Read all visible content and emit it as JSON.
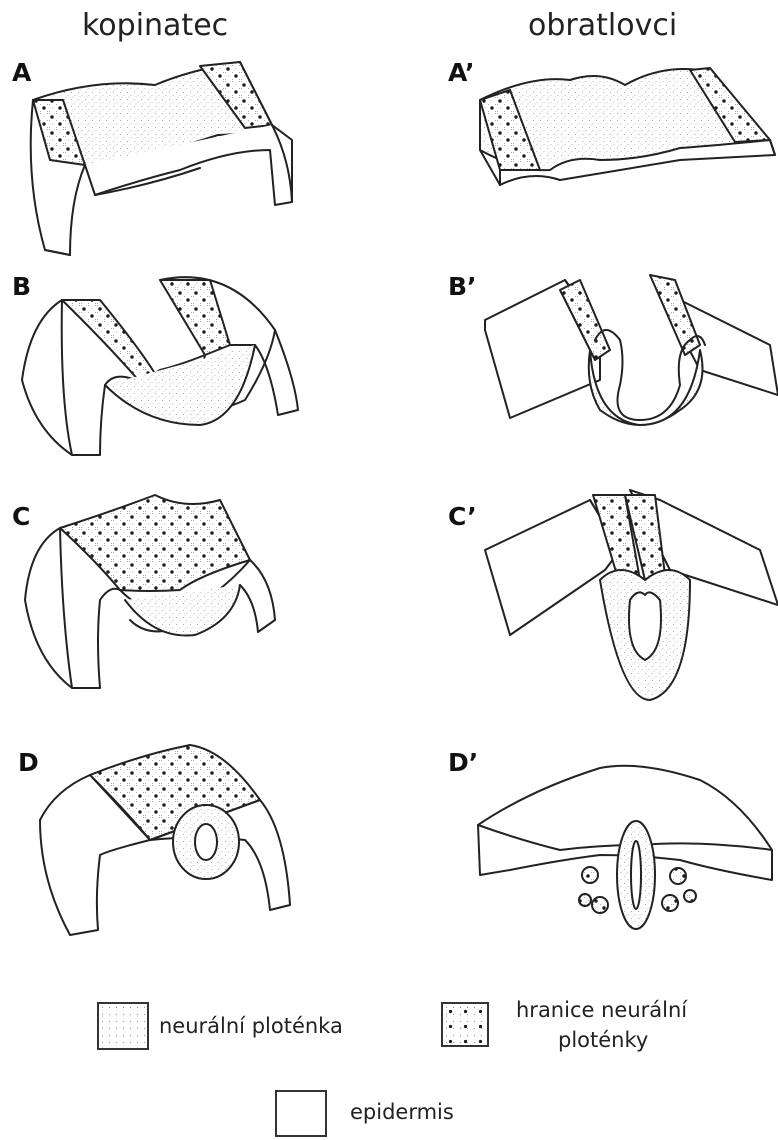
{
  "columns": {
    "left_title": "kopinatec",
    "right_title": "obratlovci"
  },
  "panels": {
    "left": [
      "A",
      "B",
      "C",
      "D"
    ],
    "right": [
      "A’",
      "B’",
      "C’",
      "D’"
    ]
  },
  "legend": {
    "neural_plate": "neurální ploténka",
    "neural_border_line1": "hranice neurální",
    "neural_border_line2": "ploténky",
    "epidermis": "epidermis"
  },
  "colors": {
    "line": "#222222",
    "stipple": "#9a9a9a",
    "dots": "#1a1a1a",
    "background": "#ffffff"
  }
}
